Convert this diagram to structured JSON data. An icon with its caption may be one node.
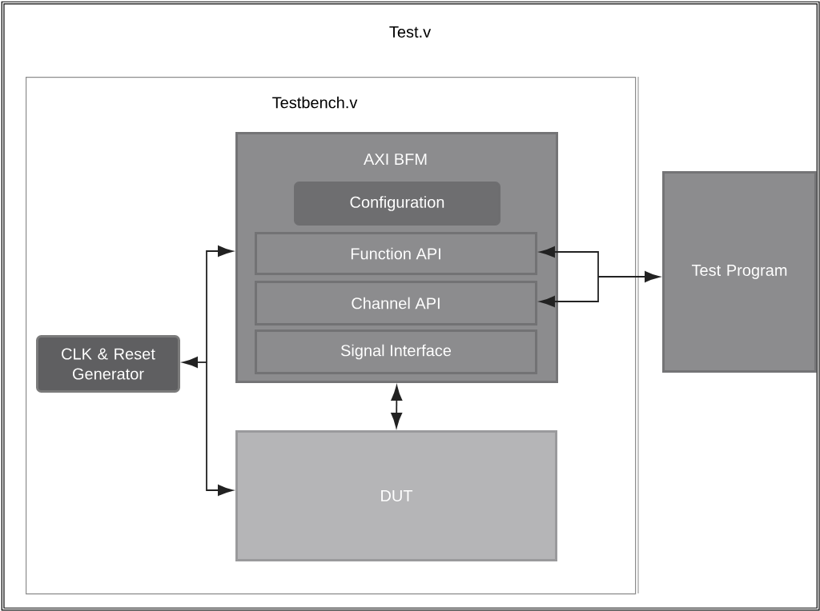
{
  "diagram": {
    "nodes": [
      {
        "text": [
          "Test.v"
        ]
      },
      {
        "text": [
          "Testbench.v"
        ],
        "in": 0
      },
      {
        "text": [
          "AXI BFM"
        ],
        "in": 1
      },
      {
        "text": [
          "Configuration"
        ],
        "in": 2
      },
      {
        "text": [
          "Function API"
        ],
        "in": 2
      },
      {
        "text": [
          "Channel API"
        ],
        "in": 2
      },
      {
        "text": [
          "Signal Interface"
        ],
        "in": 2
      },
      {
        "text": [
          "CLK & Reset Generator"
        ],
        "in": 1
      },
      {
        "text": [
          "DUT"
        ],
        "in": 1
      },
      {
        "text": [
          "Test Program"
        ],
        "in": 0
      }
    ],
    "edges": [
      {
        "from": 7,
        "to": 2,
        "arrow": "both"
      },
      {
        "from": 7,
        "to": 8,
        "arrow": "both"
      },
      {
        "from": 4,
        "to": 9,
        "arrow": "both"
      },
      {
        "from": 5,
        "to": 9,
        "arrow": "both"
      },
      {
        "from": 2,
        "to": 8,
        "arrow": "both"
      }
    ]
  }
}
